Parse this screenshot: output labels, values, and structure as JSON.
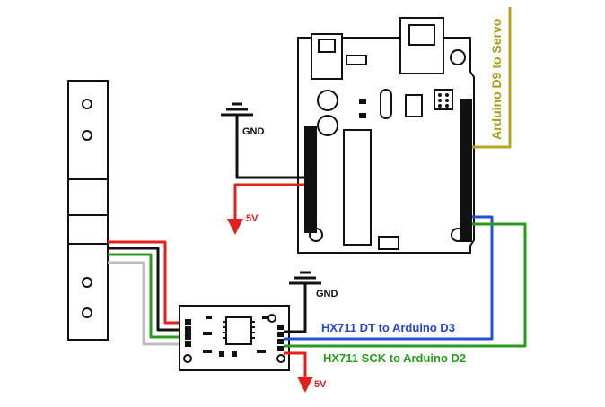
{
  "labels": {
    "gnd_arduino": "GND",
    "v5_arduino": "5V",
    "gnd_hx711": "GND",
    "v5_hx711": "5V",
    "dt_connection": "HX711 DT to Arduino D3",
    "sck_connection": "HX711 SCK to Arduino D2",
    "servo_connection": "Arduino D9 to Servo"
  },
  "colors": {
    "outline": "#111111",
    "black_wire": "#111111",
    "red_wire": "#e0201c",
    "green_wire": "#2a9a1e",
    "blue_wire": "#2450d8",
    "white_wire": "#bdbdbd",
    "servo_wire": "#b4a623",
    "dt_text": "#2846c8",
    "sck_text": "#2a9a1e",
    "servo_text": "#a89c1e"
  }
}
